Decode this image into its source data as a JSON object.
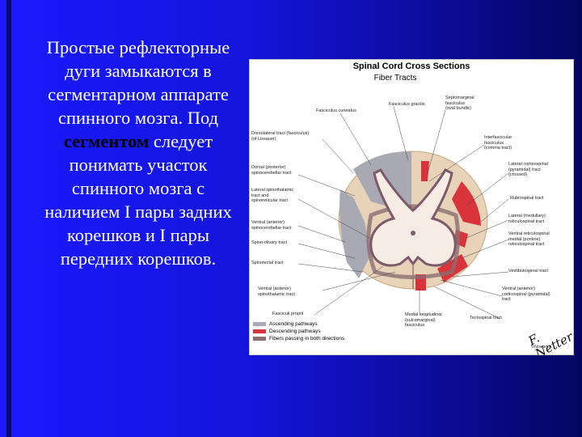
{
  "slide": {
    "text_before": "Простые рефлекторные дуги замыкаются в сегментарном аппарате спинного мозга. Под ",
    "text_highlight": "сегментом",
    "text_after": " следует понимать участок спинного мозга с наличием I пары задних корешков и I пары передних корешков."
  },
  "figure": {
    "title": "Spinal Cord Cross Sections",
    "subtitle": "Fiber Tracts",
    "labels": {
      "fasciculus_cuneatus": "Fasciculus cuneatus",
      "fasciculus_gracilis": "Fasciculus gracilis",
      "septomarginal": "Septomarginal\nfasciculus\n(oval bundle)",
      "dorsolateral": "Dorsolateral tract (fasciculus)\n(of Lissauer)",
      "interfascicular": "Interfascicular\nfasciculus\n(comma tract)",
      "dorsal_spinocerebellar": "Dorsal (posterior)\nspinocerebellar tract",
      "lateral_corticospinal": "Lateral corticospinal\n(pyramidal) tract\n(crossed)",
      "lateral_spinothalamic": "Lateral spinothalamic\ntract and\nspinoreticular tract",
      "rubrospinal": "Rubrospinal tract",
      "ventral_spinocerebellar": "Ventral (anterior)\nspinocerebellar tract",
      "lateral_reticulospinal": "Lateral (medullary)\nreticulospinal tract",
      "spino_olivary": "Spino-olivary tract",
      "ventral_reticulospinal": "Ventral reticulospinal\nmedial (pontine)\nreticulospinal tract",
      "spinotectal": "Spinotectal tract",
      "vestibulospinal": "Vestibulospinal tract",
      "ventral_spinothalamic": "Ventral (anterior)\nspinothalamic tract",
      "ventral_corticospinal": "Ventral (anterior)\ncorticospinal (pyramidal)\ntract",
      "fasciculi_proprii": "Fasciculi proprii",
      "medial_longitudinal": "Medial longitudinal\n(sulcomarginal)\nfasciculus",
      "tectospinal": "Tectospinal tract"
    },
    "legend": [
      {
        "label": "Ascending pathways",
        "color": "#a9a9b4"
      },
      {
        "label": "Descending pathways",
        "color": "#d9343c"
      },
      {
        "label": "Fibers passing in both directions",
        "color": "#8a6e70"
      }
    ],
    "signature": "F. Netter",
    "credit": "©Novartis"
  },
  "colors": {
    "ascending": "#a9a9b4",
    "descending": "#d9343c",
    "both": "#8a6e70",
    "white_matter": "#e8d2b8",
    "grey_matter": "#f6ece4",
    "grey_outline": "#7d5a6a",
    "highlight_text": "#000000"
  }
}
